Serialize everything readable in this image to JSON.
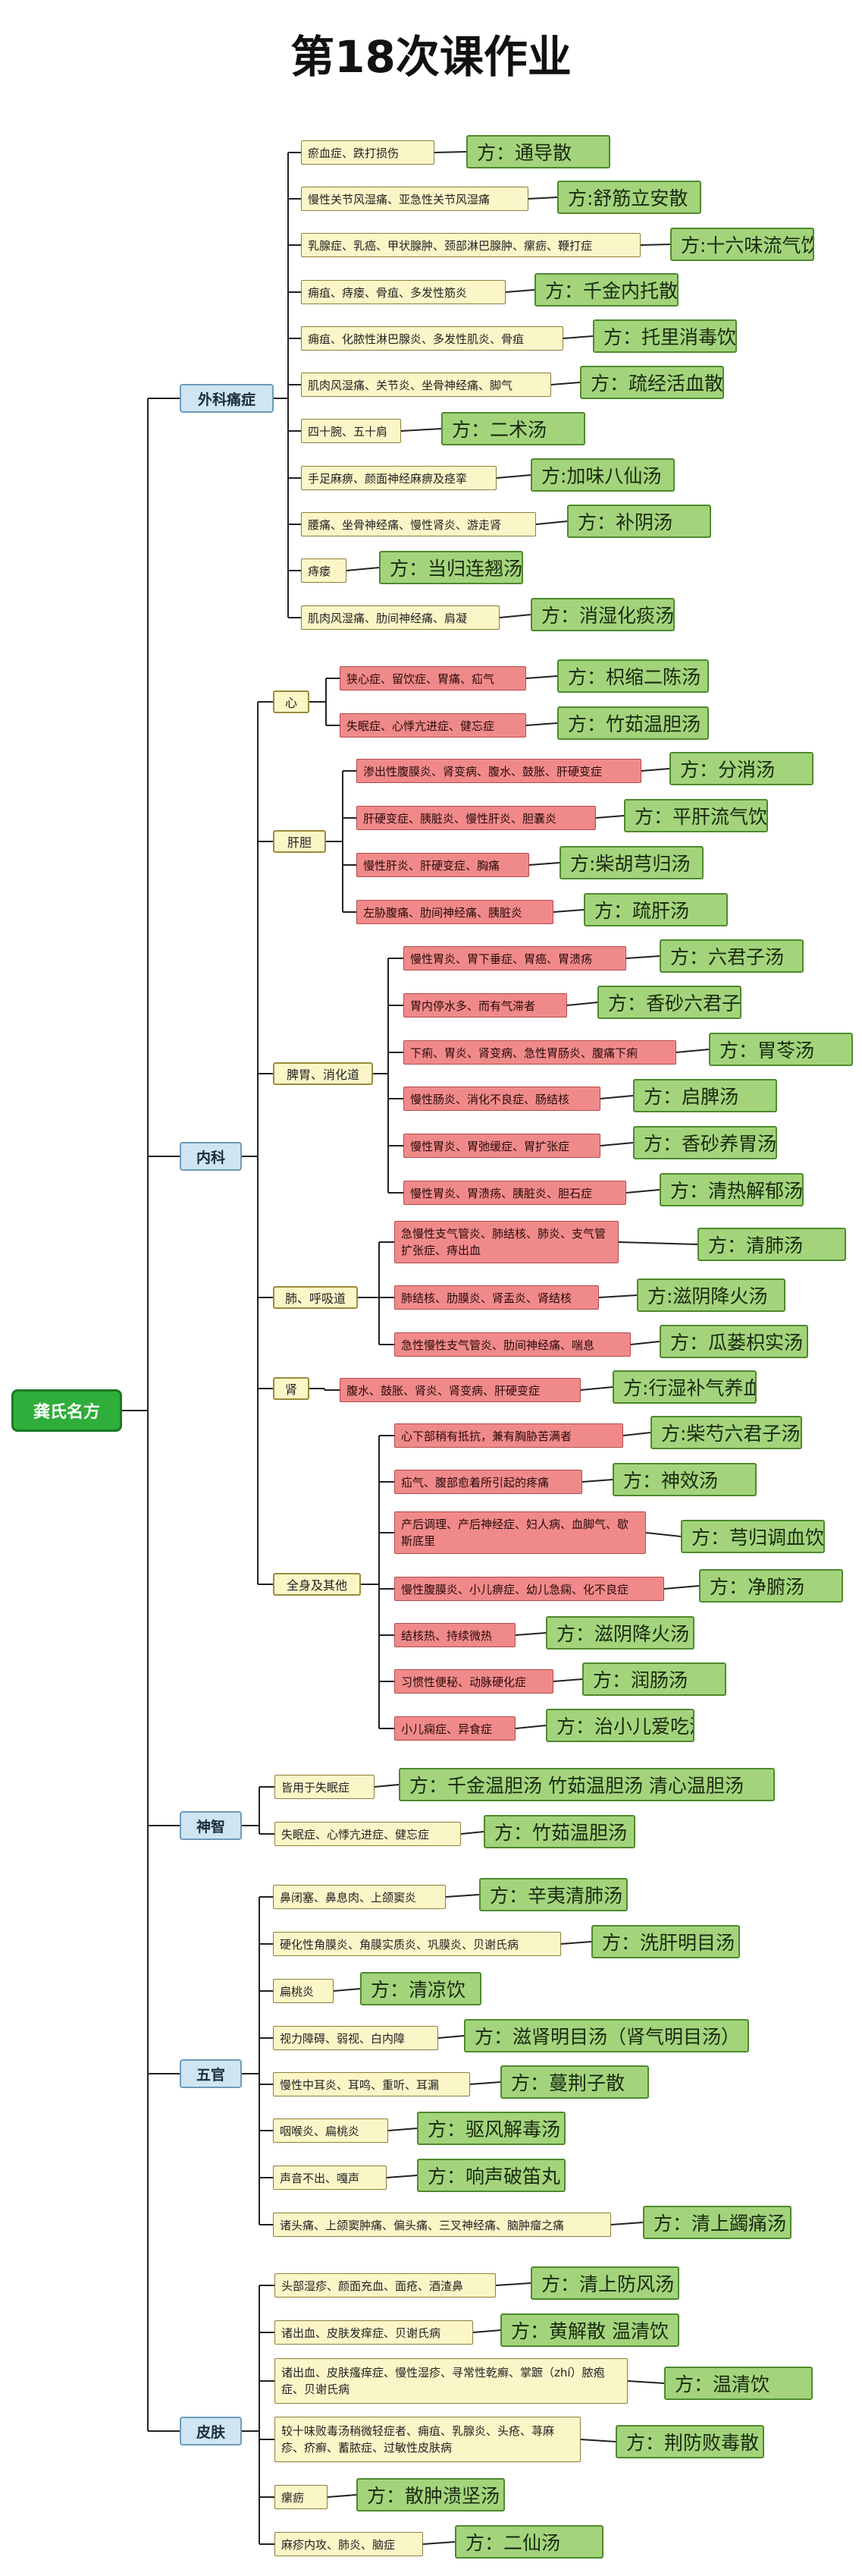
{
  "title": "第18次课作业",
  "root": "龚氏名方",
  "categories": {
    "c1": "外科痛症",
    "c2": "内科",
    "c3": "神智",
    "c4": "五官",
    "c5": "皮肤"
  },
  "subs": {
    "s1": "心",
    "s2": "肝胆",
    "s3": "脾胃、消化道",
    "s4": "肺、呼吸道",
    "s5": "肾",
    "s6": "全身及其他"
  },
  "items": {
    "a1": {
      "cond": "瘀血症、跌打损伤",
      "rx": "方：通导散"
    },
    "a2": {
      "cond": "慢性关节风湿痛、亚急性关节风湿痛",
      "rx": "方:舒筋立安散"
    },
    "a3": {
      "cond": "乳腺症、乳癌、甲状腺肿、颈部淋巴腺肿、瘰疬、鞭打症",
      "rx": "方:十六味流气饮"
    },
    "a4": {
      "cond": "痈疽、痔瘘、骨疽、多发性筋炎",
      "rx": "方：千金内托散"
    },
    "a5": {
      "cond": "痈疽、化脓性淋巴腺炎、多发性肌炎、骨疽",
      "rx": "方：托里消毒饮"
    },
    "a6": {
      "cond": "肌肉风湿痛、关节炎、坐骨神经痛、脚气",
      "rx": "方：疏经活血散"
    },
    "a7": {
      "cond": "四十腕、五十肩",
      "rx": "方：二术汤"
    },
    "a8": {
      "cond": "手足麻痹、颜面神经麻痹及痉挛",
      "rx": "方:加味八仙汤"
    },
    "a9": {
      "cond": "腰痛、坐骨神经痛、慢性肾炎、游走肾",
      "rx": "方：补阴汤"
    },
    "a10": {
      "cond": "痔瘘",
      "rx": "方：当归连翘汤"
    },
    "a11": {
      "cond": "肌肉风湿痛、肋间神经痛、肩凝",
      "rx": "方：消湿化痰汤"
    },
    "b1": {
      "cond": "狭心症、留饮症、胃痛、疝气",
      "rx": "方：枳缩二陈汤"
    },
    "b2": {
      "cond": "失眠症、心悸亢进症、健忘症",
      "rx": "方：竹茹温胆汤"
    },
    "b3": {
      "cond": "渗出性腹膜炎、肾变病、腹水、鼓胀、肝硬变症",
      "rx": "方：分消汤"
    },
    "b4": {
      "cond": "肝硬变症、胰脏炎、慢性肝炎、胆囊炎",
      "rx": "方：平肝流气饮"
    },
    "b5": {
      "cond": "慢性肝炎、肝硬变症、胸痛",
      "rx": "方:柴胡芎归汤"
    },
    "b6": {
      "cond": "左胁腹痛、肋间神经痛、胰脏炎",
      "rx": "方：疏肝汤"
    },
    "b7": {
      "cond": "慢性胃炎、胃下垂症、胃癌、胃溃疡",
      "rx": "方：六君子汤"
    },
    "b8": {
      "cond": "胃内停水多、而有气滞者",
      "rx": "方：香砂六君子汤"
    },
    "b9": {
      "cond": "下痢、胃炎、肾变病、急性胃肠炎、腹痛下痢",
      "rx": "方：胃苓汤"
    },
    "b10": {
      "cond": "慢性肠炎、消化不良症、肠结核",
      "rx": "方：启脾汤"
    },
    "b11": {
      "cond": "慢性胃炎、胃弛缓症、胃扩张症",
      "rx": "方：香砂养胃汤"
    },
    "b12": {
      "cond": "慢性胃炎、胃溃疡、胰脏炎、胆石症",
      "rx": "方：清热解郁汤"
    },
    "b13": {
      "cond": "急慢性支气管炎、肺结核、肺炎、支气管扩张症、痔出血",
      "rx": "方：清肺汤"
    },
    "b14": {
      "cond": "肺结核、肋膜炎、肾盂炎、肾结核",
      "rx": "方:滋阴降火汤"
    },
    "b15": {
      "cond": "急性慢性支气管炎、肋间神经痛、喘息",
      "rx": "方：瓜蒌枳实汤"
    },
    "b16": {
      "cond": "腹水、鼓胀、肾炎、肾变病、肝硬变症",
      "rx": "方:行湿补气养血汤"
    },
    "b17": {
      "cond": "心下部稍有抵抗，兼有胸胁苦满者",
      "rx": "方:柴芍六君子汤"
    },
    "b18": {
      "cond": "疝气、腹部愈着所引起的疼痛",
      "rx": "方：神效汤"
    },
    "b19": {
      "cond": "产后调理、产后神经症、妇人病、血脚气、歇斯底里",
      "rx": "方：芎归调血饮"
    },
    "b20": {
      "cond": "慢性腹膜炎、小儿痹症、幼儿急痫、化不良症",
      "rx": "方：净腑汤"
    },
    "b21": {
      "cond": "结核热、持续微热",
      "rx": "方：滋阴降火汤"
    },
    "b22": {
      "cond": "习惯性便秘、动脉硬化症",
      "rx": "方：润肠汤"
    },
    "b23": {
      "cond": "小儿痫症、异食症",
      "rx": "方：治小儿爱吃泥方"
    },
    "c1": {
      "cond": "皆用于失眠症",
      "rx": "方：千金温胆汤 竹茹温胆汤 清心温胆汤"
    },
    "c2": {
      "cond": "失眠症、心悸亢进症、健忘症",
      "rx": "方：竹茹温胆汤"
    },
    "d1": {
      "cond": "鼻闭塞、鼻息肉、上颌窦炎",
      "rx": "方：辛夷清肺汤"
    },
    "d2": {
      "cond": "硬化性角膜炎、角膜实质炎、巩膜炎、贝谢氏病",
      "rx": "方：洗肝明目汤"
    },
    "d3": {
      "cond": "扁桃炎",
      "rx": "方：清凉饮"
    },
    "d4": {
      "cond": "视力障碍、弱视、白内障",
      "rx": "方：滋肾明目汤（肾气明目汤）"
    },
    "d5": {
      "cond": "慢性中耳炎、耳鸣、重听、耳漏",
      "rx": "方：蔓荆子散"
    },
    "d6": {
      "cond": "咽喉炎、扁桃炎",
      "rx": "方：驱风解毒汤"
    },
    "d7": {
      "cond": "声音不出、嘎声",
      "rx": "方：响声破笛丸"
    },
    "d8": {
      "cond": "诸头痛、上颌窦肿痛、偏头痛、三叉神经痛、脑肿瘤之痛",
      "rx": "方：清上蠲痛汤"
    },
    "e1": {
      "cond": "头部湿疹、颜面充血、面疮、酒渣鼻",
      "rx": "方：清上防风汤"
    },
    "e2": {
      "cond": "诸出血、皮肤发痒症、贝谢氏病",
      "rx": "方：黄解散 温清饮"
    },
    "e3": {
      "cond": "诸出血、皮肤瘙痒症、慢性湿疹、寻常性乾癣、掌蹠（zhí）脓疱症、贝谢氏病",
      "rx": "方：温清饮"
    },
    "e4": {
      "cond": "较十味败毒汤稍微轻症者、痈疽、乳腺炎、头疮、荨麻疹、疥癣、蓄脓症、过敏性皮肤病",
      "rx": "方：荆防败毒散"
    },
    "e5": {
      "cond": "瘰疬",
      "rx": "方：散肿溃坚汤"
    },
    "e6": {
      "cond": "麻疹内攻、肺炎、脑症",
      "rx": "方：二仙汤"
    }
  },
  "colors": {
    "root": "#2fae3b",
    "category": "#cfe5f2",
    "condition_yellow": "#fbf6c8",
    "condition_red": "#f08a8a",
    "prescription": "#a3d47c",
    "line": "#222222"
  }
}
